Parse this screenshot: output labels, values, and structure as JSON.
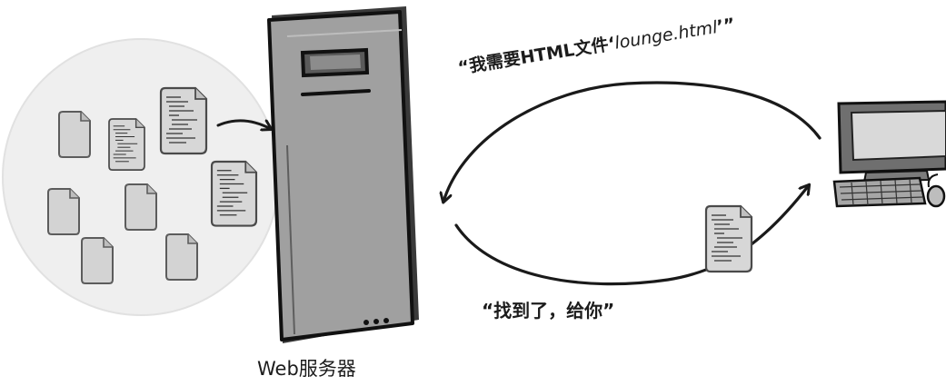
{
  "labels": {
    "server": "Web服务器",
    "request_prefix": "“我需要HTML文件‘",
    "request_file": "lounge.html",
    "request_suffix": "’”",
    "response": "“找到了，给你”"
  },
  "colors": {
    "server_body": "#9e9e9e",
    "server_outline": "#1a1a1a",
    "doc_fill": "#d3d3d3",
    "monitor_screen": "#d9d9d9",
    "line": "#1a1a1a",
    "circle": "#ebebeb"
  },
  "icons": {
    "server": "server-tower-icon",
    "computer": "desktop-computer-icon",
    "document": "html-document-icon"
  }
}
